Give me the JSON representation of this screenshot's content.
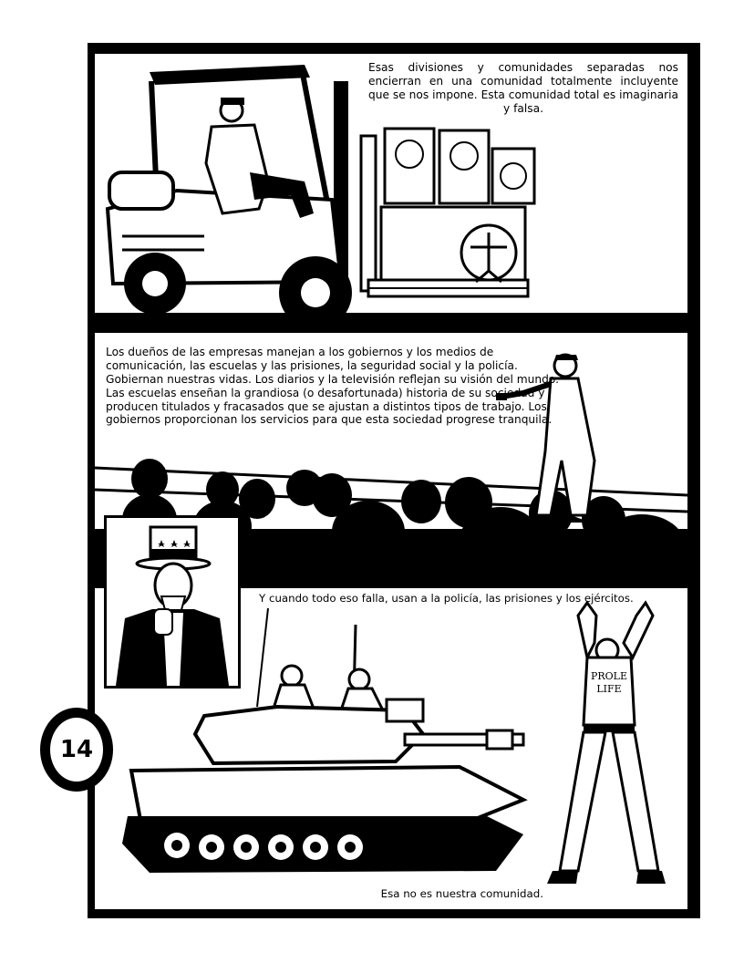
{
  "panels": {
    "forklift": {
      "caption": "Esas divisiones y comunidades separadas nos encierran en una comunidad totalmente incluyente que se nos impone. Esta comunidad total es imaginaria y falsa."
    },
    "audience": {
      "caption": "Los dueños de las empresas manejan a los gobiernos y los medios de comunicación, las escuelas y las prisiones, la seguridad social y la policía. Gobiernan nuestras vidas. Los diarios y la televisión reflejan su visión del mundo. Las escuelas enseñan la grandiosa (o desafortunada) historia de su sociedad y producen titulados y fracasados que se ajustan a distintos tipos de trabajo. Los gobiernos proporcionan los servicios para que esta sociedad progrese tranquila."
    },
    "tank": {
      "caption_top": "Y cuando todo eso falla, usan a la policía, las prisiones y los ejércitos.",
      "caption_bottom": "Esa no es nuestra comunidad.",
      "shirt_text_line1": "PROLE",
      "shirt_text_line2": "LIFE"
    }
  },
  "page_number": "14"
}
